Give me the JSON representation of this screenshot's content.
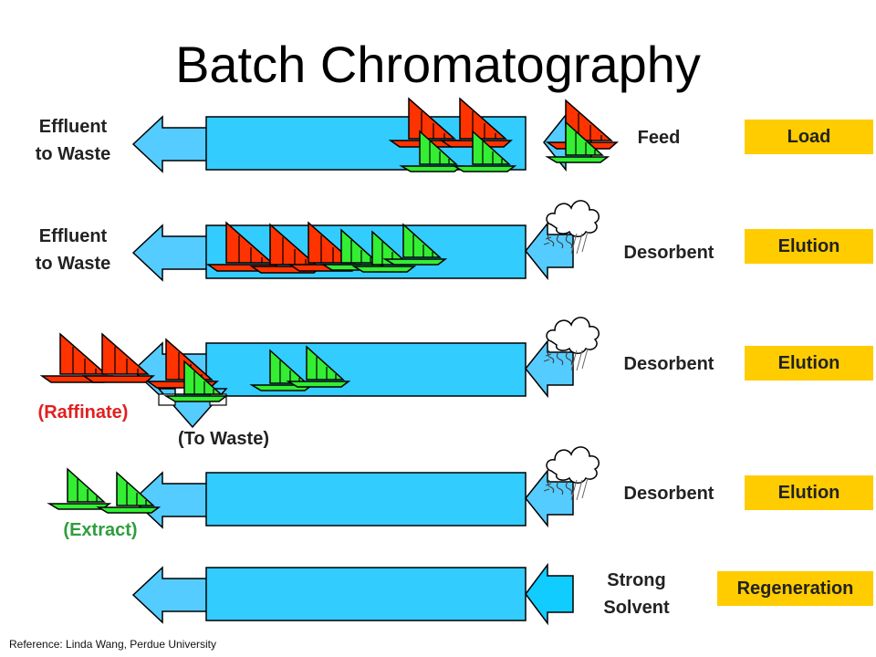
{
  "title": "Batch Chromatography",
  "reference": "Reference: Linda Wang, Perdue University",
  "rows": [
    {
      "left_label": "Effluent\nto Waste",
      "input_label": "Feed",
      "step": "Load"
    },
    {
      "left_label": "Effluent\nto Waste",
      "input_label": "Desorbent",
      "step": "Elution"
    },
    {
      "left_label": "(Raffinate)",
      "sub_label": "(To Waste)",
      "input_label": "Desorbent",
      "step": "Elution"
    },
    {
      "left_label": "(Extract)",
      "input_label": "Desorbent",
      "step": "Elution"
    },
    {
      "input_label": "Strong\nSolvent",
      "step": "Regeneration"
    }
  ],
  "colors": {
    "column": "#33ccff",
    "arrow": "#55ccff",
    "step_box": "#ffcc00",
    "boat_red": "#ff3300",
    "boat_green": "#33ee33",
    "raffinate_text": "#e02020",
    "extract_text": "#2e9e3e"
  },
  "icons": [
    "sailboat-red-icon",
    "sailboat-green-icon",
    "wind-cloud-icon"
  ]
}
